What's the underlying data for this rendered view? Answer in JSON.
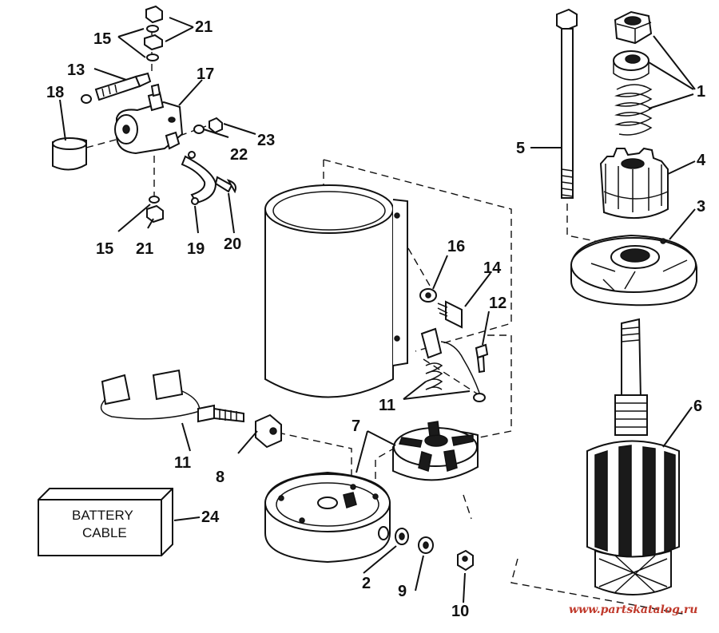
{
  "callouts": {
    "c1": "1",
    "c2": "2",
    "c3": "3",
    "c4": "4",
    "c5": "5",
    "c6": "6",
    "c7": "7",
    "c8": "8",
    "c9": "9",
    "c10": "10",
    "c11a": "11",
    "c11b": "11",
    "c12": "12",
    "c13": "13",
    "c14": "14",
    "c15a": "15",
    "c15b": "15",
    "c16": "16",
    "c17": "17",
    "c18": "18",
    "c19": "19",
    "c20": "20",
    "c21a": "21",
    "c21b": "21",
    "c22": "22",
    "c23": "23",
    "c24": "24"
  },
  "battery_cable": {
    "line1": "BATTERY",
    "line2": "CABLE"
  },
  "watermark": "www.partskatalog.ru"
}
